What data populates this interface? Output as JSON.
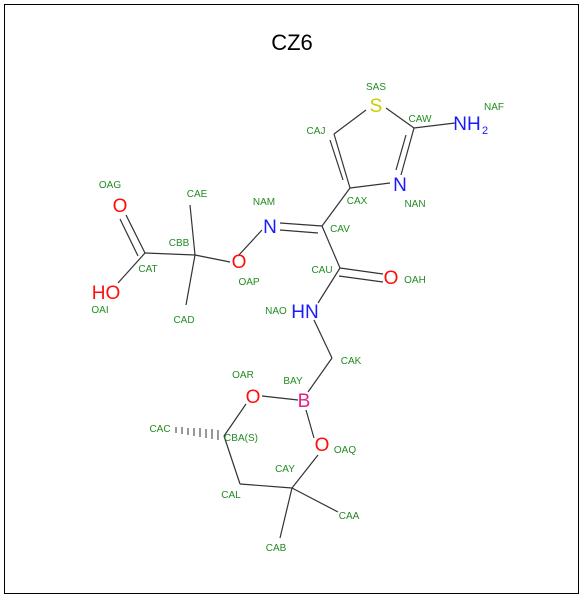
{
  "title": "CZ6",
  "colors": {
    "label": "#228b22",
    "oxygen": "#ff0d0d",
    "nitrogen": "#1a1aff",
    "sulfur": "#cccc00",
    "boron": "#e6207a",
    "bond": "#333333"
  },
  "atoms": {
    "S": "S",
    "NH": "NH",
    "NH_sub": "2",
    "N1": "N",
    "N2": "N",
    "HN": "HN",
    "O_acid": "O",
    "HO": "HO",
    "O_ether": "O",
    "O_amide": "O",
    "O_ring1": "O",
    "O_ring2": "O",
    "B": "B"
  },
  "labels": {
    "SAS": "SAS",
    "CAW": "CAW",
    "NAF": "NAF",
    "CAJ": "CAJ",
    "NAN": "NAN",
    "CAX": "CAX",
    "NAM": "NAM",
    "CAV": "CAV",
    "CAE": "CAE",
    "OAG": "OAG",
    "CBB": "CBB",
    "CAT": "CAT",
    "OAI": "OAI",
    "OAP": "OAP",
    "CAD": "CAD",
    "CAU": "CAU",
    "OAH": "OAH",
    "NAO": "NAO",
    "CAK": "CAK",
    "OAR": "OAR",
    "BAY": "BAY",
    "CAC": "CAC",
    "CBA": "CBA(S)",
    "OAQ": "OAQ",
    "CAY": "CAY",
    "CAL": "CAL",
    "CAA": "CAA",
    "CAB": "CAB"
  }
}
